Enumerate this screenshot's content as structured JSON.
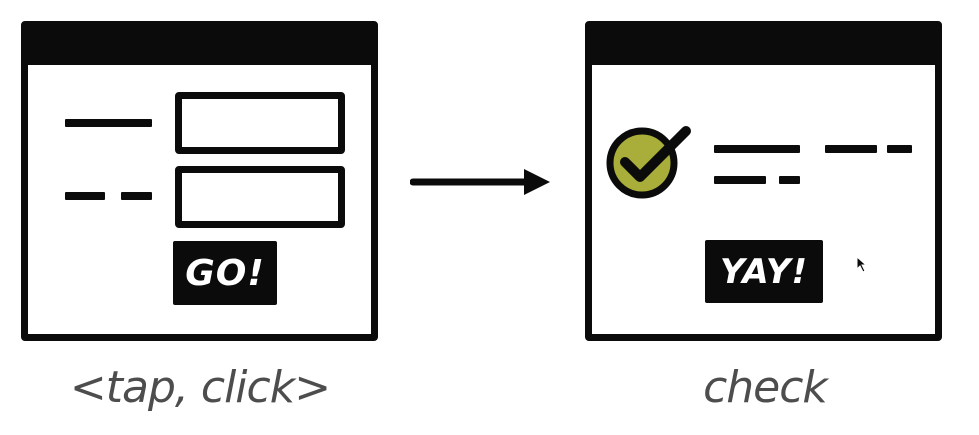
{
  "left_window": {
    "button_label": "GO!",
    "caption": "<tap, click>"
  },
  "right_window": {
    "button_label": "YAY!",
    "caption": "check",
    "check_color": "#a9ad3a"
  },
  "icons": {
    "arrow": "arrow-right-icon",
    "check": "check-circle-icon",
    "cursor": "mouse-cursor-icon"
  },
  "colors": {
    "ink": "#0b0b0b",
    "caption": "#4d4d4d",
    "check_fill": "#a9ad3a"
  }
}
